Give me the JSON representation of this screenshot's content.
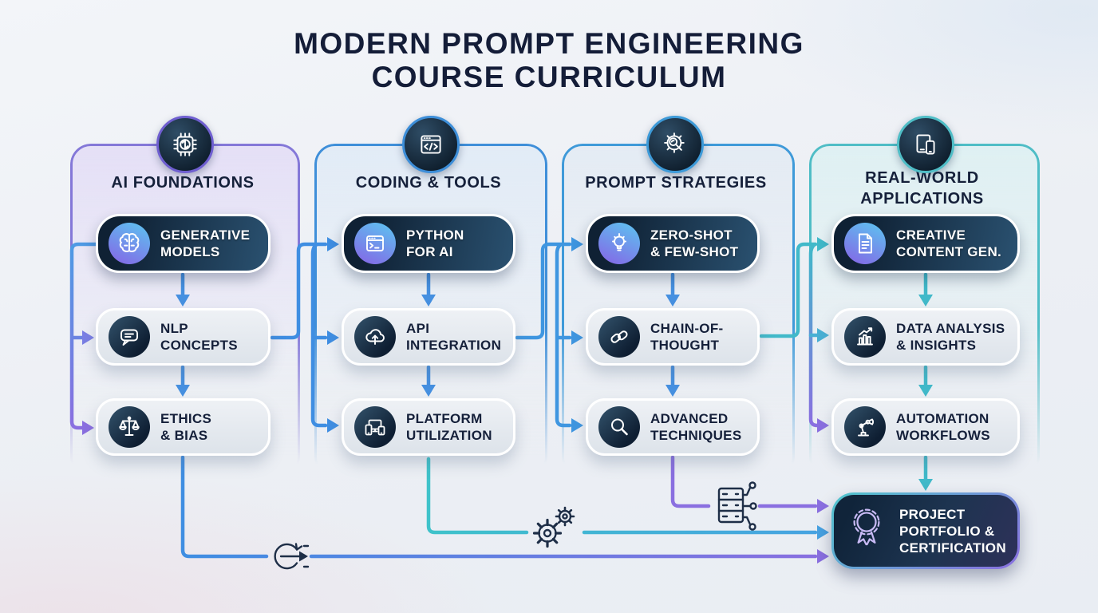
{
  "title": {
    "line1": "MODERN PROMPT ENGINEERING",
    "line2": "COURSE CURRICULUM"
  },
  "columns": [
    {
      "title": "AI FOUNDATIONS",
      "icon": "chip-brain-icon",
      "accent": "#8478d8",
      "boxes": [
        {
          "style": "dark",
          "icon": "brain-icon",
          "line1": "GENERATIVE",
          "line2": "MODELS"
        },
        {
          "style": "light",
          "icon": "chat-bubble-icon",
          "line1": "NLP",
          "line2": "CONCEPTS"
        },
        {
          "style": "light",
          "icon": "scales-icon",
          "line1": "ETHICS",
          "line2": "& BIAS"
        }
      ]
    },
    {
      "title": "CODING & TOOLS",
      "icon": "code-window-icon",
      "accent": "#3f8fd9",
      "boxes": [
        {
          "style": "dark",
          "icon": "terminal-icon",
          "line1": "PYTHON",
          "line2": "FOR AI"
        },
        {
          "style": "light",
          "icon": "cloud-upload-icon",
          "line1": "API",
          "line2": "INTEGRATION"
        },
        {
          "style": "light",
          "icon": "devices-icon",
          "line1": "PLATFORM",
          "line2": "UTILIZATION"
        }
      ]
    },
    {
      "title": "PROMPT STRATEGIES",
      "icon": "gear-search-icon",
      "accent": "#3f9ad9",
      "boxes": [
        {
          "style": "dark",
          "icon": "lightbulb-icon",
          "line1": "ZERO-SHOT",
          "line2": "& FEW-SHOT"
        },
        {
          "style": "light",
          "icon": "chain-link-icon",
          "line1": "CHAIN-OF-",
          "line2": "THOUGHT"
        },
        {
          "style": "light",
          "icon": "magnifier-icon",
          "line1": "ADVANCED",
          "line2": "TECHNIQUES"
        }
      ]
    },
    {
      "title": "REAL-WORLD APPLICATIONS",
      "icon": "tablet-phone-icon",
      "accent": "#4fbdc6",
      "boxes": [
        {
          "style": "dark",
          "icon": "document-icon",
          "line1": "CREATIVE",
          "line2": "CONTENT GEN."
        },
        {
          "style": "light",
          "icon": "bar-chart-icon",
          "line1": "DATA ANALYSIS",
          "line2": "& INSIGHTS"
        },
        {
          "style": "light",
          "icon": "robot-arm-icon",
          "line1": "AUTOMATION",
          "line2": "WORKFLOWS"
        }
      ]
    }
  ],
  "final_box": {
    "icon": "award-ribbon-icon",
    "line1": "PROJECT",
    "line2": "PORTFOLIO &",
    "line3": "CERTIFICATION"
  },
  "decorative_icons": [
    "cycle-arrows-icon",
    "gears-icon",
    "server-network-icon"
  ],
  "colors": {
    "background": "#eef0f4",
    "title": "#141d38",
    "col1_accent": "#7e68d8",
    "col2_accent": "#2f8ee2",
    "col3_accent": "#38a6de",
    "col4_accent": "#49c2c8",
    "arrow_blue": "#4690e0",
    "arrow_purple": "#8a6fe0",
    "arrow_teal": "#41b9c9",
    "dark_box": "#12263c",
    "light_box": "#e7ebf1"
  }
}
